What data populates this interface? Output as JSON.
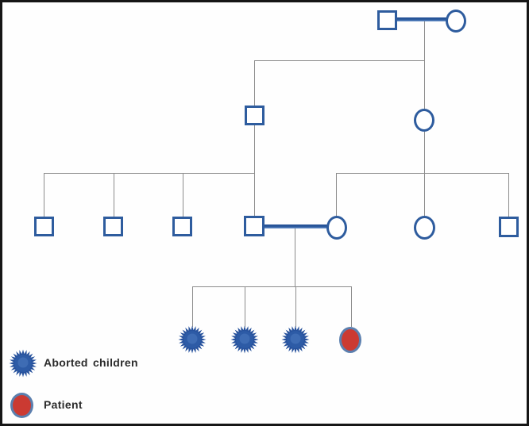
{
  "legend": {
    "items": [
      {
        "icon": "starburst-icon",
        "label": "Aborted children"
      },
      {
        "icon": "patient-ellipse-icon",
        "label": "Patient"
      }
    ]
  },
  "colors": {
    "symbol_outline": "#2e5c9e",
    "relationship_line": "#8c8c8c",
    "mating_line": "#2e5c9e",
    "starburst_fill": "#27529d",
    "starburst_center": "#3e6cb4",
    "patient_fill": "#cb3a32",
    "patient_border": "#5b7fae",
    "frame": "#161616",
    "background": "#ffffff",
    "label_text": "#2b2b2b"
  },
  "diagram": {
    "type": "family-pedigree",
    "generation_I": {
      "members": [
        "male-square",
        "female-circle"
      ],
      "union": "thick-blue-mating-line"
    },
    "generation_II": {
      "members": [
        "male-square",
        "female-circle"
      ]
    },
    "generation_III": {
      "left_siblings": [
        "male-square",
        "male-square",
        "male-square",
        "male-square"
      ],
      "right_siblings": [
        "female-circle",
        "female-circle",
        "male-square"
      ],
      "union": "thick-blue-mating-line between fourth left sibling and first right sibling"
    },
    "generation_IV": {
      "children": [
        "aborted-child",
        "aborted-child",
        "aborted-child",
        "patient"
      ]
    }
  }
}
